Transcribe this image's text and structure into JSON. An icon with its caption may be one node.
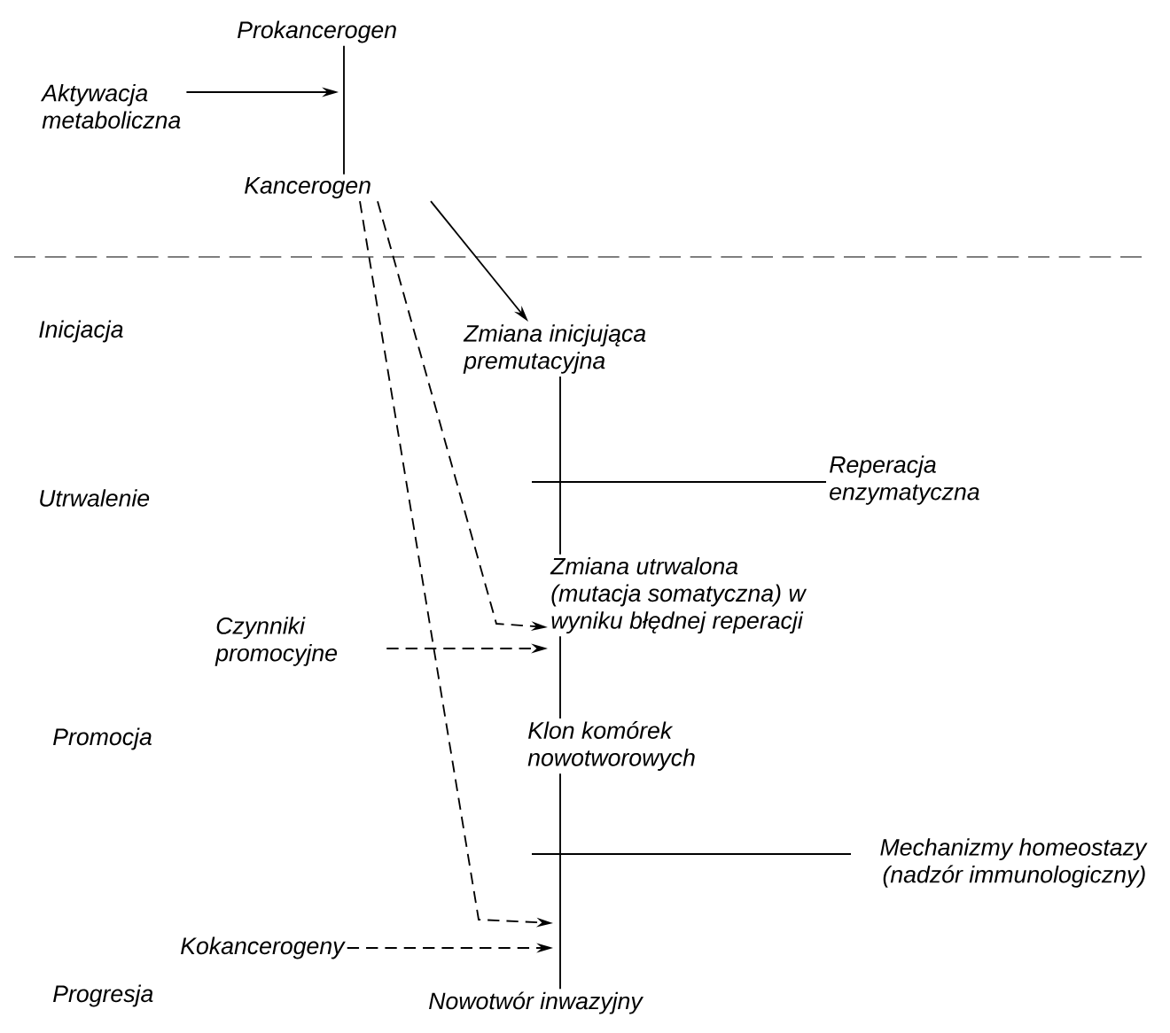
{
  "diagram": {
    "nodes": [
      {
        "text": [
          "Prokancerogen"
        ]
      },
      {
        "text": [
          "Aktywacja metaboliczna"
        ]
      },
      {
        "text": [
          "Kancerogen"
        ]
      },
      {
        "text": [
          "Zmiana inicjująca premutacyjna"
        ]
      },
      {
        "text": [
          "Reperacja enzymatyczna"
        ]
      },
      {
        "text": [
          "Zmiana utrwalona (mutacja somatyczna) w wyniku błędnej reperacji"
        ]
      },
      {
        "text": [
          "Czynniki promocyjne"
        ]
      },
      {
        "text": [
          "Klon komórek nowotworowych"
        ]
      },
      {
        "text": [
          "Mechanizmy homeostazy (nadzór immunologiczny)"
        ]
      },
      {
        "text": [
          "Kokancerogeny"
        ]
      },
      {
        "text": [
          "Nowotwór inwazyjny"
        ]
      }
    ],
    "edges": [
      {
        "from": 0,
        "to": 2,
        "arrow": "none"
      },
      {
        "from": 1,
        "to": null,
        "arrow": "to"
      },
      {
        "from": 2,
        "to": 3,
        "arrow": "to"
      },
      {
        "from": 2,
        "to": 5,
        "arrow": "to",
        "style": "dashed"
      },
      {
        "from": 2,
        "to": null,
        "arrow": "to",
        "style": "dashed"
      },
      {
        "from": 6,
        "to": 5,
        "arrow": "to",
        "style": "dashed"
      },
      {
        "from": 9,
        "to": null,
        "arrow": "to",
        "style": "dashed"
      },
      {
        "from": 3,
        "to": 5,
        "arrow": "none"
      },
      {
        "from": 5,
        "to": 7,
        "arrow": "none"
      },
      {
        "from": 7,
        "to": 10,
        "arrow": "none"
      },
      {
        "from": 4,
        "to": null,
        "arrow": "none"
      },
      {
        "from": 8,
        "to": null,
        "arrow": "none"
      }
    ],
    "labels": [
      "Inicjacja",
      "Utrwalenie",
      "Promocja",
      "Progresja"
    ]
  }
}
